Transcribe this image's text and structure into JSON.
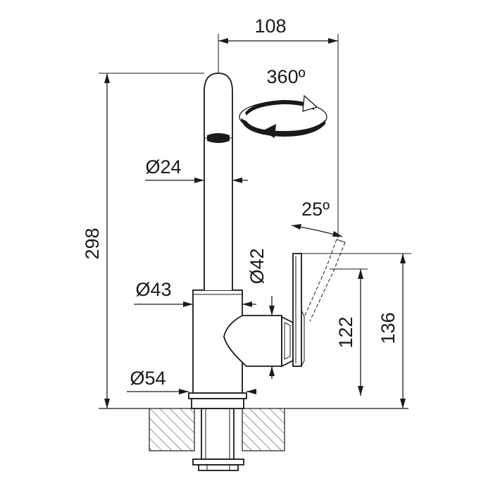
{
  "dimensions": {
    "width_top": "108",
    "rotation": "360º",
    "spout_diameter": "Ø24",
    "total_height": "298",
    "lever_angle": "25º",
    "lever_diameter": "Ø42",
    "body_diameter": "Ø43",
    "spout_height": "122",
    "lever_height": "136",
    "base_diameter": "Ø54"
  },
  "colors": {
    "line": "#1a1a1a",
    "background": "#ffffff"
  }
}
